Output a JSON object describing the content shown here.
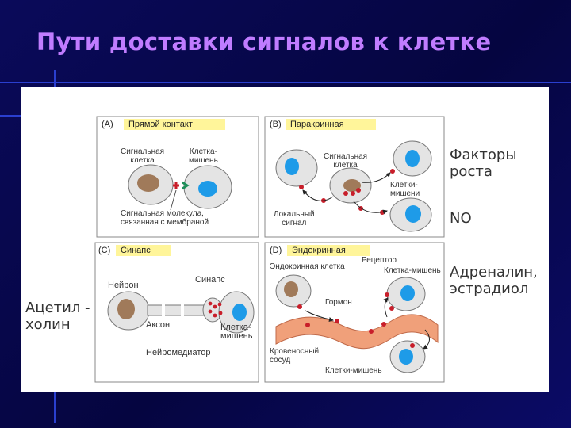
{
  "slide": {
    "title": "Пути доставки сигналов к клетке"
  },
  "panelA": {
    "letter": "(A)",
    "header": "Прямой контакт",
    "signal_cell": "Сигнальная\nклетка",
    "target_cell": "Клетка-\nмишень",
    "molecule": "Сигнальная молекула,\nсвязанная с мембраной"
  },
  "panelB": {
    "letter": "(B)",
    "header": "Паракринная",
    "signal_cell": "Сигнальная\nклетка",
    "target_cells": "Клетки-\nмишени",
    "local_signal": "Локальный\nсигнал"
  },
  "panelC": {
    "letter": "(C)",
    "header": "Синапс",
    "neuron": "Нейрон",
    "synapse": "Синапс",
    "axon": "Аксон",
    "target_cell": "Клетка-\nмишень",
    "neurotransmitter": "Нейромедиатор"
  },
  "panelD": {
    "letter": "(D)",
    "header": "Эндокринная",
    "endocrine_cell": "Эндокринная клетка",
    "receptor": "Рецептор",
    "target_cell": "Клетка-мишень",
    "hormone": "Гормон",
    "blood_vessel": "Кровеносный\nсосуд",
    "target_cells": "Клетки-мишень"
  },
  "side": {
    "growth_factors": "Факторы\nроста",
    "no": "NO",
    "adrenaline": "Адреналин,\nэстрадиол",
    "acetylcholine": "Ацетил -\nхолин"
  },
  "colors": {
    "title": "#c07cff",
    "nucleus_blue": "#1e9be8",
    "nucleus_brown": "#a07a5a",
    "vessel": "#f0a07a",
    "signal_red": "#c81e2a",
    "receptor_green": "#1f8f5a"
  }
}
